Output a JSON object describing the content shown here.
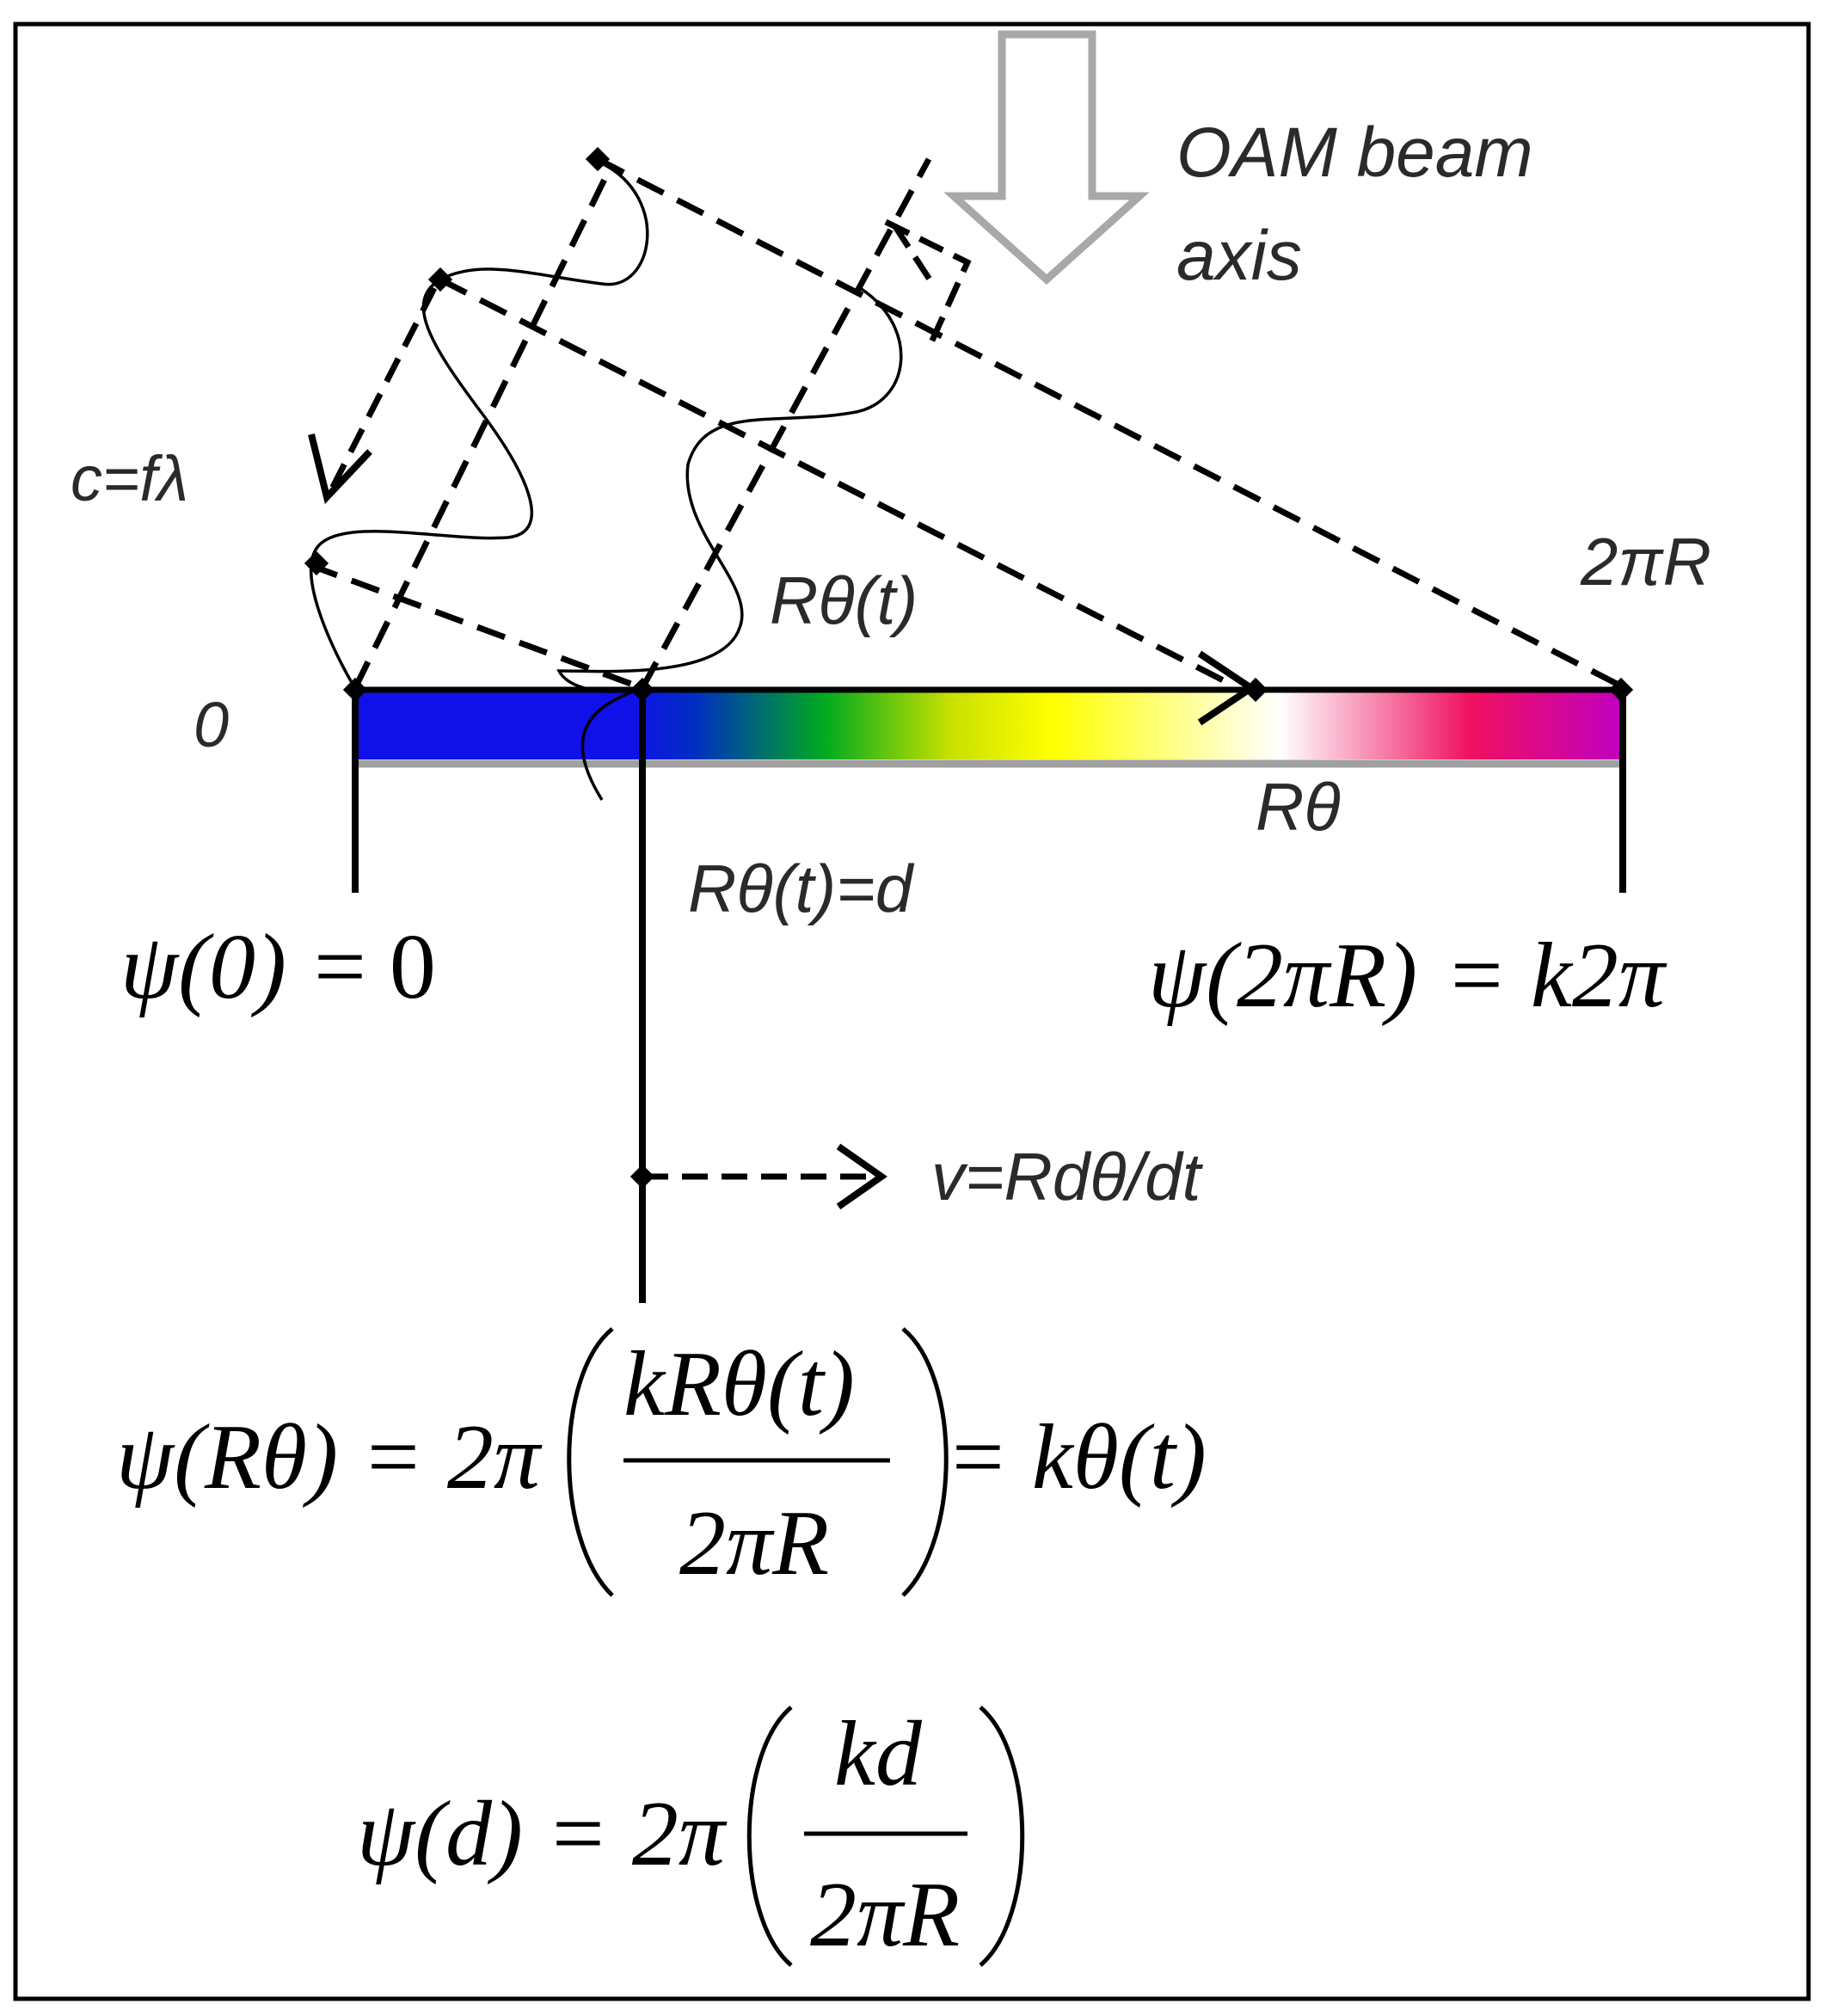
{
  "labels": {
    "beam_axis_line1": "OAM beam",
    "beam_axis_line2": "axis",
    "wave_speed": "c=fλ",
    "origin": "0",
    "circumference": "2πR",
    "arc_time": "Rθ(t)",
    "arc": "Rθ",
    "arc_time_eq_d": "Rθ(t)=d",
    "velocity": "v=Rdθ/dt"
  },
  "equations": {
    "psi_zero": {
      "lhs": "ψ(0)",
      "rhs": "= 0"
    },
    "psi_circumference": {
      "lhs": "ψ(2πR)",
      "rhs": "= k2π"
    },
    "psi_arc": {
      "lhs": "ψ(Rθ) = 2π",
      "numerator": "kRθ(t)",
      "denominator": "2πR",
      "rhs": "= kθ(t)"
    },
    "psi_d": {
      "lhs": "ψ(d) = 2π",
      "numerator": "kd",
      "denominator": "2πR"
    }
  },
  "colors": {
    "border": "#000000",
    "beam_arrow": "#a8a8a8",
    "bar_gradient": [
      "#1010e8",
      "#1010e8",
      "#0030c0",
      "#00aa20",
      "#c8e000",
      "#ffff00",
      "#ffffff",
      "#f01060",
      "#c000c0"
    ],
    "bar_underline": "#a0a0a0"
  }
}
